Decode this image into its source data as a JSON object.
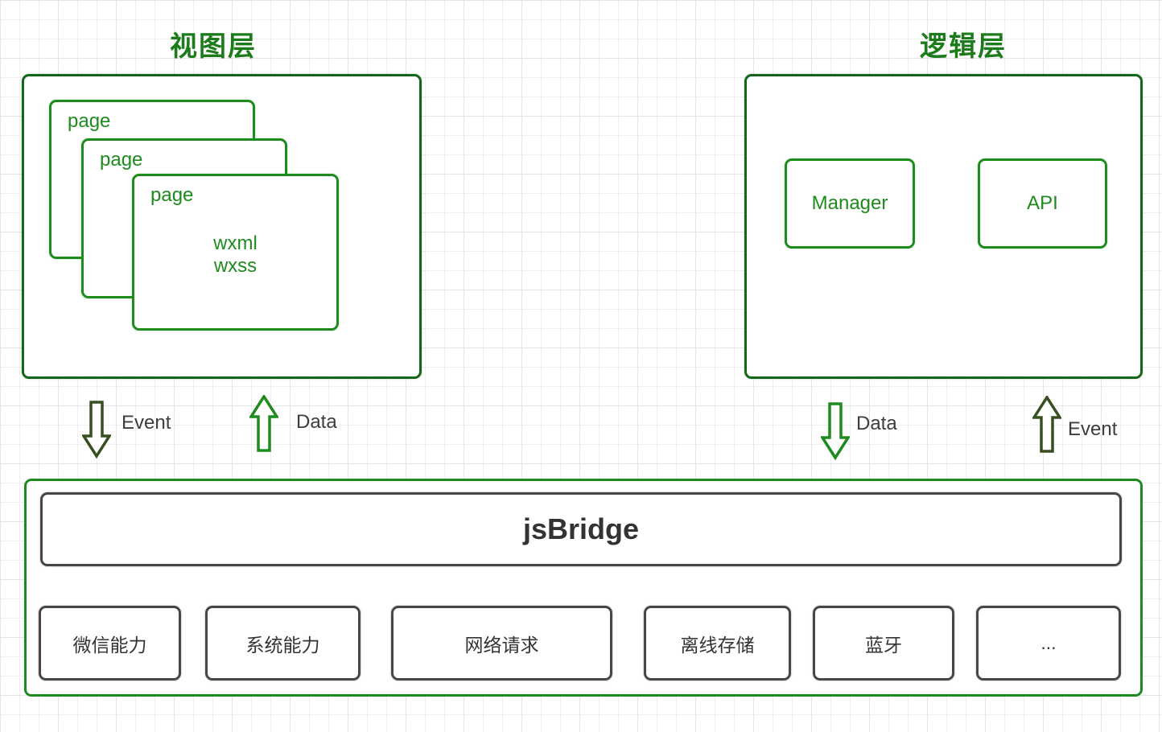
{
  "colors": {
    "outer_border_green": "#14661a",
    "box_green": "#1e8b1e",
    "title_green": "#1c7c1c",
    "event_arrow_olive": "#374f21",
    "data_arrow_green": "#1e8b1e",
    "gray_border": "#474747",
    "dark_text": "#333333",
    "arrow_label_gray": "#3d3d3d"
  },
  "view_layer": {
    "title": "视图层",
    "pages": [
      {
        "label": "page"
      },
      {
        "label": "page"
      },
      {
        "label": "page",
        "content": [
          "wxml",
          "wxss"
        ]
      }
    ]
  },
  "logic_layer": {
    "title": "逻辑层",
    "modules": [
      {
        "label": "Manager"
      },
      {
        "label": "API"
      }
    ]
  },
  "arrows": [
    {
      "id": "left-down",
      "direction": "down",
      "label": "Event"
    },
    {
      "id": "left-up",
      "direction": "up",
      "label": "Data"
    },
    {
      "id": "right-down",
      "direction": "down",
      "label": "Data"
    },
    {
      "id": "right-up",
      "direction": "up",
      "label": "Event"
    }
  ],
  "bridge": {
    "title": "jsBridge",
    "capabilities": [
      "微信能力",
      "系统能力",
      "网络请求",
      "离线存储",
      "蓝牙",
      "..."
    ]
  }
}
